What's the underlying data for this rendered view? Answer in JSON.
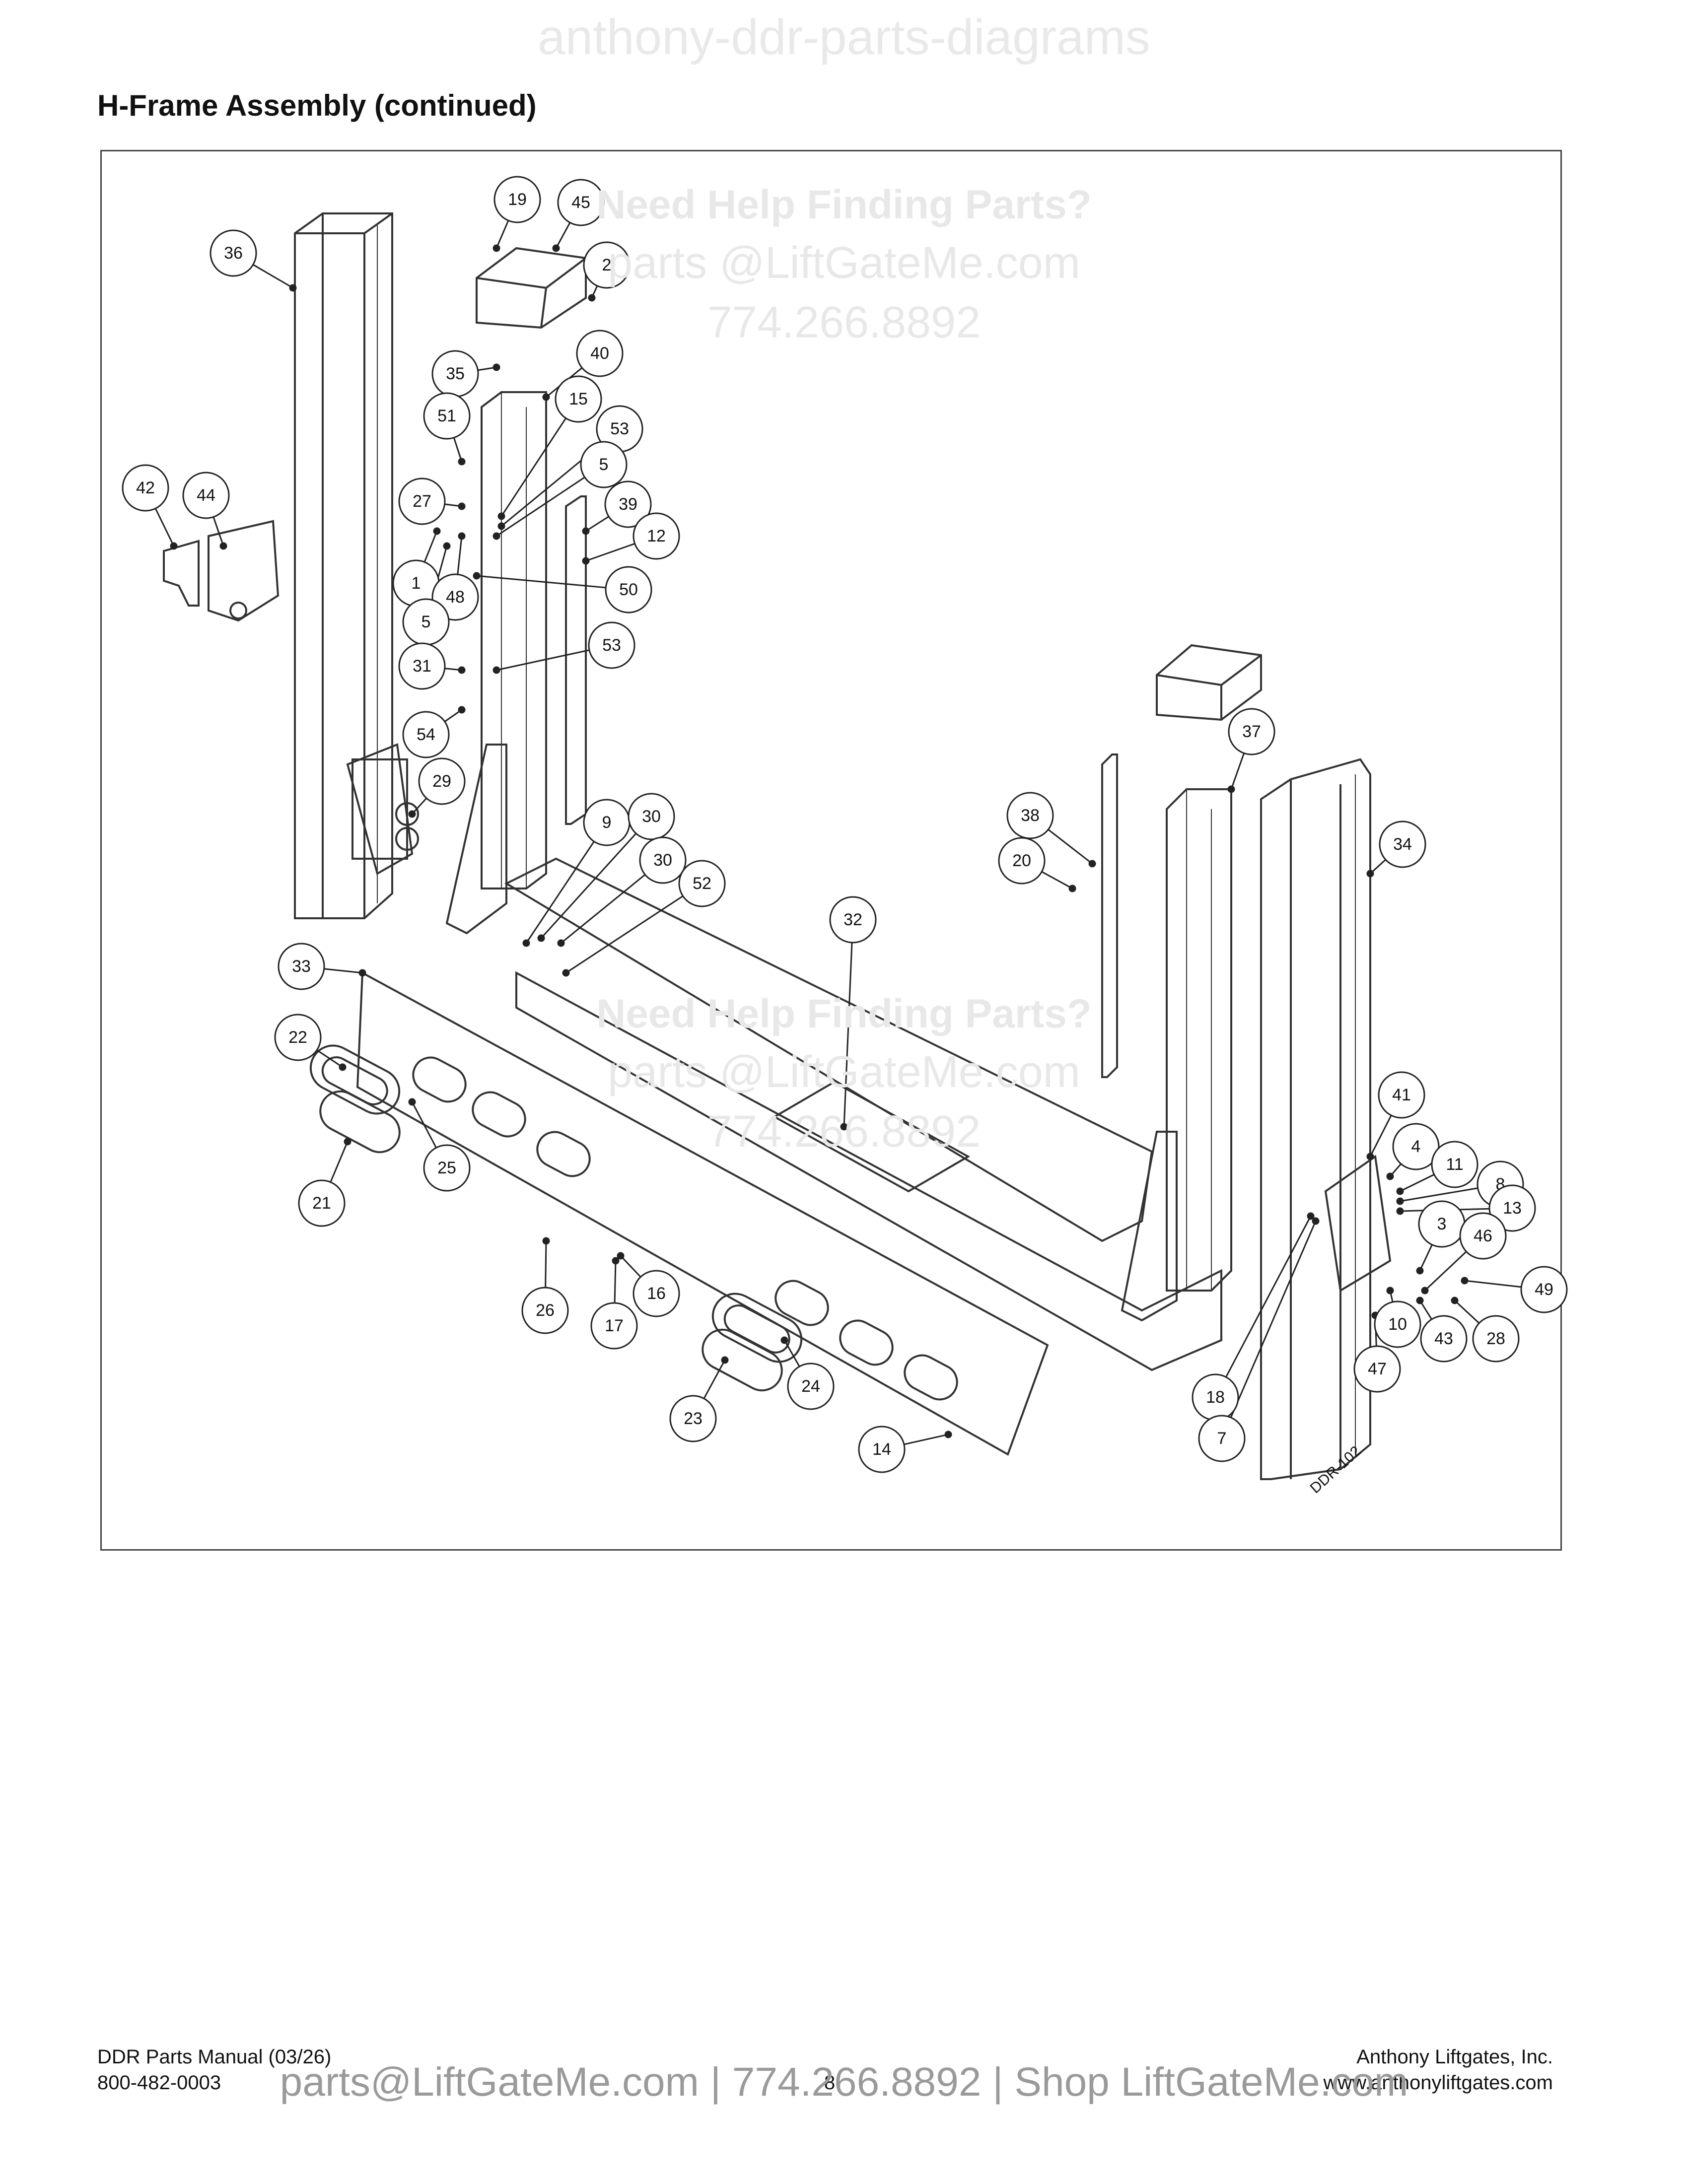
{
  "watermark_top": "anthony-ddr-parts-diagrams",
  "title": "H-Frame Assembly (continued)",
  "watermarks_overlay": [
    {
      "line1": "Need Help Finding Parts?",
      "line2": "parts @LiftGateMe.com",
      "line3": "774.266.8892"
    },
    {
      "line1": "Need Help Finding Parts?",
      "line2": "parts @LiftGateMe.com",
      "line3": "774.266.8892"
    }
  ],
  "drawing_id": "DDR-102",
  "callouts": [
    {
      "n": "19"
    },
    {
      "n": "45"
    },
    {
      "n": "2"
    },
    {
      "n": "36"
    },
    {
      "n": "35"
    },
    {
      "n": "40"
    },
    {
      "n": "51"
    },
    {
      "n": "15"
    },
    {
      "n": "53"
    },
    {
      "n": "5"
    },
    {
      "n": "42"
    },
    {
      "n": "44"
    },
    {
      "n": "27"
    },
    {
      "n": "39"
    },
    {
      "n": "12"
    },
    {
      "n": "1"
    },
    {
      "n": "48"
    },
    {
      "n": "50"
    },
    {
      "n": "5"
    },
    {
      "n": "31"
    },
    {
      "n": "53"
    },
    {
      "n": "54"
    },
    {
      "n": "29"
    },
    {
      "n": "37"
    },
    {
      "n": "38"
    },
    {
      "n": "20"
    },
    {
      "n": "34"
    },
    {
      "n": "9"
    },
    {
      "n": "30"
    },
    {
      "n": "30"
    },
    {
      "n": "52"
    },
    {
      "n": "32"
    },
    {
      "n": "33"
    },
    {
      "n": "22"
    },
    {
      "n": "25"
    },
    {
      "n": "21"
    },
    {
      "n": "41"
    },
    {
      "n": "4"
    },
    {
      "n": "11"
    },
    {
      "n": "8"
    },
    {
      "n": "13"
    },
    {
      "n": "3"
    },
    {
      "n": "46"
    },
    {
      "n": "49"
    },
    {
      "n": "28"
    },
    {
      "n": "10"
    },
    {
      "n": "43"
    },
    {
      "n": "47"
    },
    {
      "n": "18"
    },
    {
      "n": "7"
    },
    {
      "n": "26"
    },
    {
      "n": "16"
    },
    {
      "n": "17"
    },
    {
      "n": "24"
    },
    {
      "n": "23"
    },
    {
      "n": "14"
    }
  ],
  "footer": {
    "left_line1": "DDR Parts Manual (03/26)",
    "left_line2": "800-482-0003",
    "page_number": "8",
    "right_line1": "Anthony Liftgates, Inc.",
    "right_line2": "www.anthonyliftgates.com",
    "promo": "parts@LiftGateMe.com | 774.266.8892 | Shop LiftGateMe.com"
  }
}
